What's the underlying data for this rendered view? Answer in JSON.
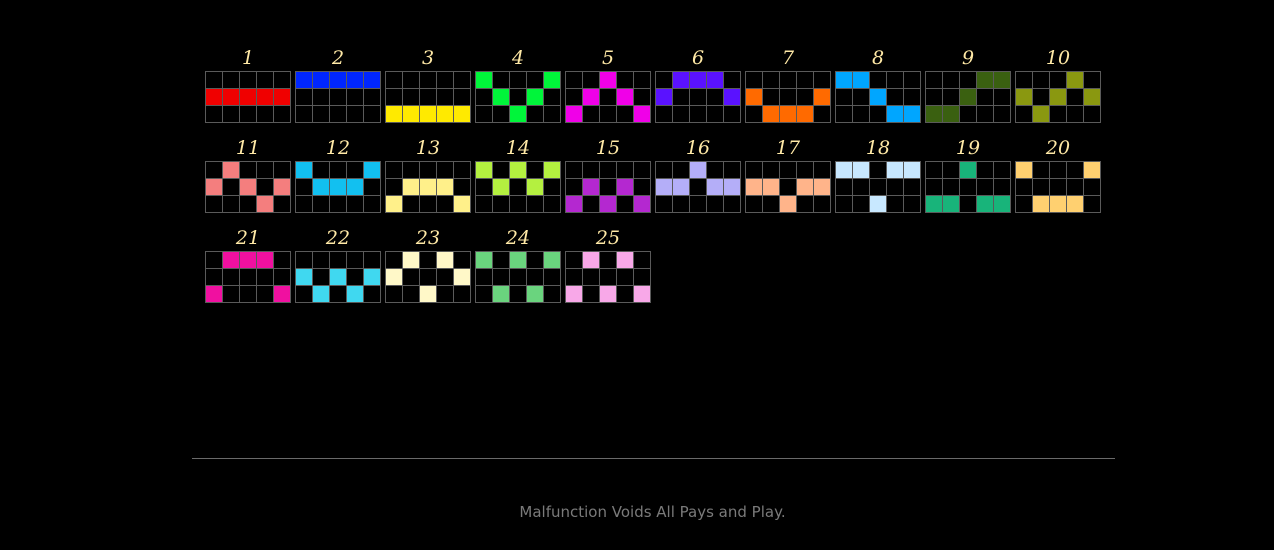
{
  "paylines": [
    {
      "number": "1",
      "color": "#f00000",
      "rows": [
        1,
        1,
        1,
        1,
        1
      ]
    },
    {
      "number": "2",
      "color": "#0026ff",
      "rows": [
        0,
        0,
        0,
        0,
        0
      ]
    },
    {
      "number": "3",
      "color": "#ffea00",
      "rows": [
        2,
        2,
        2,
        2,
        2
      ]
    },
    {
      "number": "4",
      "color": "#00f53a",
      "rows": [
        0,
        1,
        2,
        1,
        0
      ]
    },
    {
      "number": "5",
      "color": "#f000e8",
      "rows": [
        2,
        1,
        0,
        1,
        2
      ]
    },
    {
      "number": "6",
      "color": "#5a12ff",
      "rows": [
        1,
        0,
        0,
        0,
        1
      ]
    },
    {
      "number": "7",
      "color": "#ff6a00",
      "rows": [
        1,
        2,
        2,
        2,
        1
      ]
    },
    {
      "number": "8",
      "color": "#00a6ff",
      "rows": [
        0,
        0,
        1,
        2,
        2
      ]
    },
    {
      "number": "9",
      "color": "#3a6010",
      "rows": [
        2,
        2,
        1,
        0,
        0
      ]
    },
    {
      "number": "10",
      "color": "#8a9810",
      "rows": [
        1,
        2,
        1,
        0,
        1
      ]
    },
    {
      "number": "11",
      "color": "#f47e7e",
      "rows": [
        1,
        0,
        1,
        2,
        1
      ]
    },
    {
      "number": "12",
      "color": "#12c0f0",
      "rows": [
        0,
        1,
        1,
        1,
        0
      ]
    },
    {
      "number": "13",
      "color": "#fff08a",
      "rows": [
        2,
        1,
        1,
        1,
        2
      ]
    },
    {
      "number": "14",
      "color": "#b4f040",
      "rows": [
        0,
        1,
        0,
        1,
        0
      ]
    },
    {
      "number": "15",
      "color": "#b428d0",
      "rows": [
        2,
        1,
        2,
        1,
        2
      ]
    },
    {
      "number": "16",
      "color": "#b4aef8",
      "rows": [
        1,
        1,
        0,
        1,
        1
      ]
    },
    {
      "number": "17",
      "color": "#ffb48a",
      "rows": [
        1,
        1,
        2,
        1,
        1
      ]
    },
    {
      "number": "18",
      "color": "#c8e8ff",
      "rows": [
        0,
        0,
        2,
        0,
        0
      ]
    },
    {
      "number": "19",
      "color": "#18b47a",
      "rows": [
        2,
        2,
        0,
        2,
        2
      ]
    },
    {
      "number": "20",
      "color": "#ffd070",
      "rows": [
        0,
        2,
        2,
        2,
        0
      ]
    },
    {
      "number": "21",
      "color": "#f010a0",
      "rows": [
        2,
        0,
        0,
        0,
        2
      ]
    },
    {
      "number": "22",
      "color": "#40d8f0",
      "rows": [
        1,
        2,
        1,
        2,
        1
      ]
    },
    {
      "number": "23",
      "color": "#fff8c8",
      "rows": [
        1,
        0,
        2,
        0,
        1
      ]
    },
    {
      "number": "24",
      "color": "#6ad47e",
      "rows": [
        0,
        2,
        0,
        2,
        0
      ]
    },
    {
      "number": "25",
      "color": "#f8a8e8",
      "rows": [
        2,
        0,
        2,
        0,
        2
      ]
    }
  ],
  "footer": {
    "text": "Malfunction Voids All Pays and Play."
  }
}
